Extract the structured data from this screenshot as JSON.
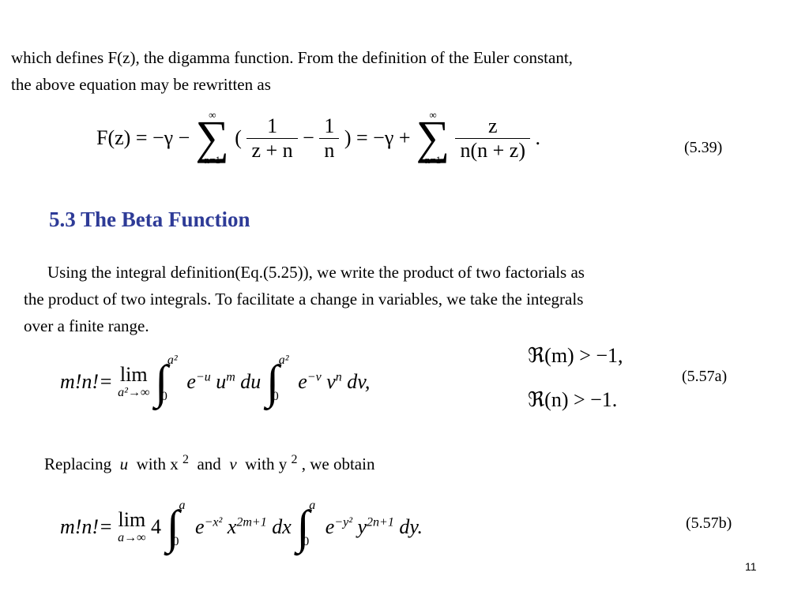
{
  "intro": {
    "line1": "which defines F(z), the digamma function. From the definition of the Euler constant,",
    "line2": "the above equation may be rewritten as"
  },
  "eq539": {
    "lhs": "F(z) = −γ −",
    "sum_top": "∞",
    "sum_bottom": "n=1",
    "open": "(",
    "frac1_num": "1",
    "frac1_den": "z + n",
    "minus": "−",
    "frac2_num": "1",
    "frac2_den": "n",
    "close_eq": ") = −γ +",
    "sum2_top": "∞",
    "sum2_bottom": "n=1",
    "frac3_num": "z",
    "frac3_den": "n(n + z)",
    "period": ".",
    "label": "(5.39)"
  },
  "section": {
    "heading": "5.3 The Beta Function"
  },
  "para": {
    "line1": "Using the integral definition(Eq.(5.25)), we write the product of two factorials as",
    "line2": "the product of two integrals. To facilitate a change in variables, we take the integrals",
    "line3": "over a finite range."
  },
  "eq557a": {
    "lhs": "m!n!=",
    "lim": "lim",
    "lim_sub": "a²→∞",
    "int_upper": "a²",
    "int_lower": "0",
    "integrand1": "e",
    "exp1": "−u",
    "u": "u",
    "exp_m": "m",
    "du": "du",
    "int2_upper": "a²",
    "int2_lower": "0",
    "integrand2": "e",
    "exp2": "−v",
    "v": "v",
    "exp_n": "n",
    "dv": "dv,",
    "cond1": "ℜ(m) > −1,",
    "cond2": "ℜ(n) > −1.",
    "label": "(5.57a)"
  },
  "replace": {
    "text1": "Replacing",
    "u": "u",
    "text2": "with x",
    "sup1": "2",
    "text3": "and",
    "v": "v",
    "text4": "with y",
    "sup2": "2",
    "text5": ", we obtain"
  },
  "eq557b": {
    "lhs": "m!n!=",
    "lim": "lim",
    "lim_sub": "a→∞",
    "coef": "4",
    "int_upper": "a",
    "int_lower": "0",
    "e1": "e",
    "exp1": "−x²",
    "x": "x",
    "exp_x": "2m+1",
    "dx": "dx",
    "int2_upper": "a",
    "int2_lower": "0",
    "e2": "e",
    "exp2": "−y²",
    "y": "y",
    "exp_y": "2n+1",
    "dy": "dy.",
    "label": "(5.57b)"
  },
  "page_number": "11"
}
